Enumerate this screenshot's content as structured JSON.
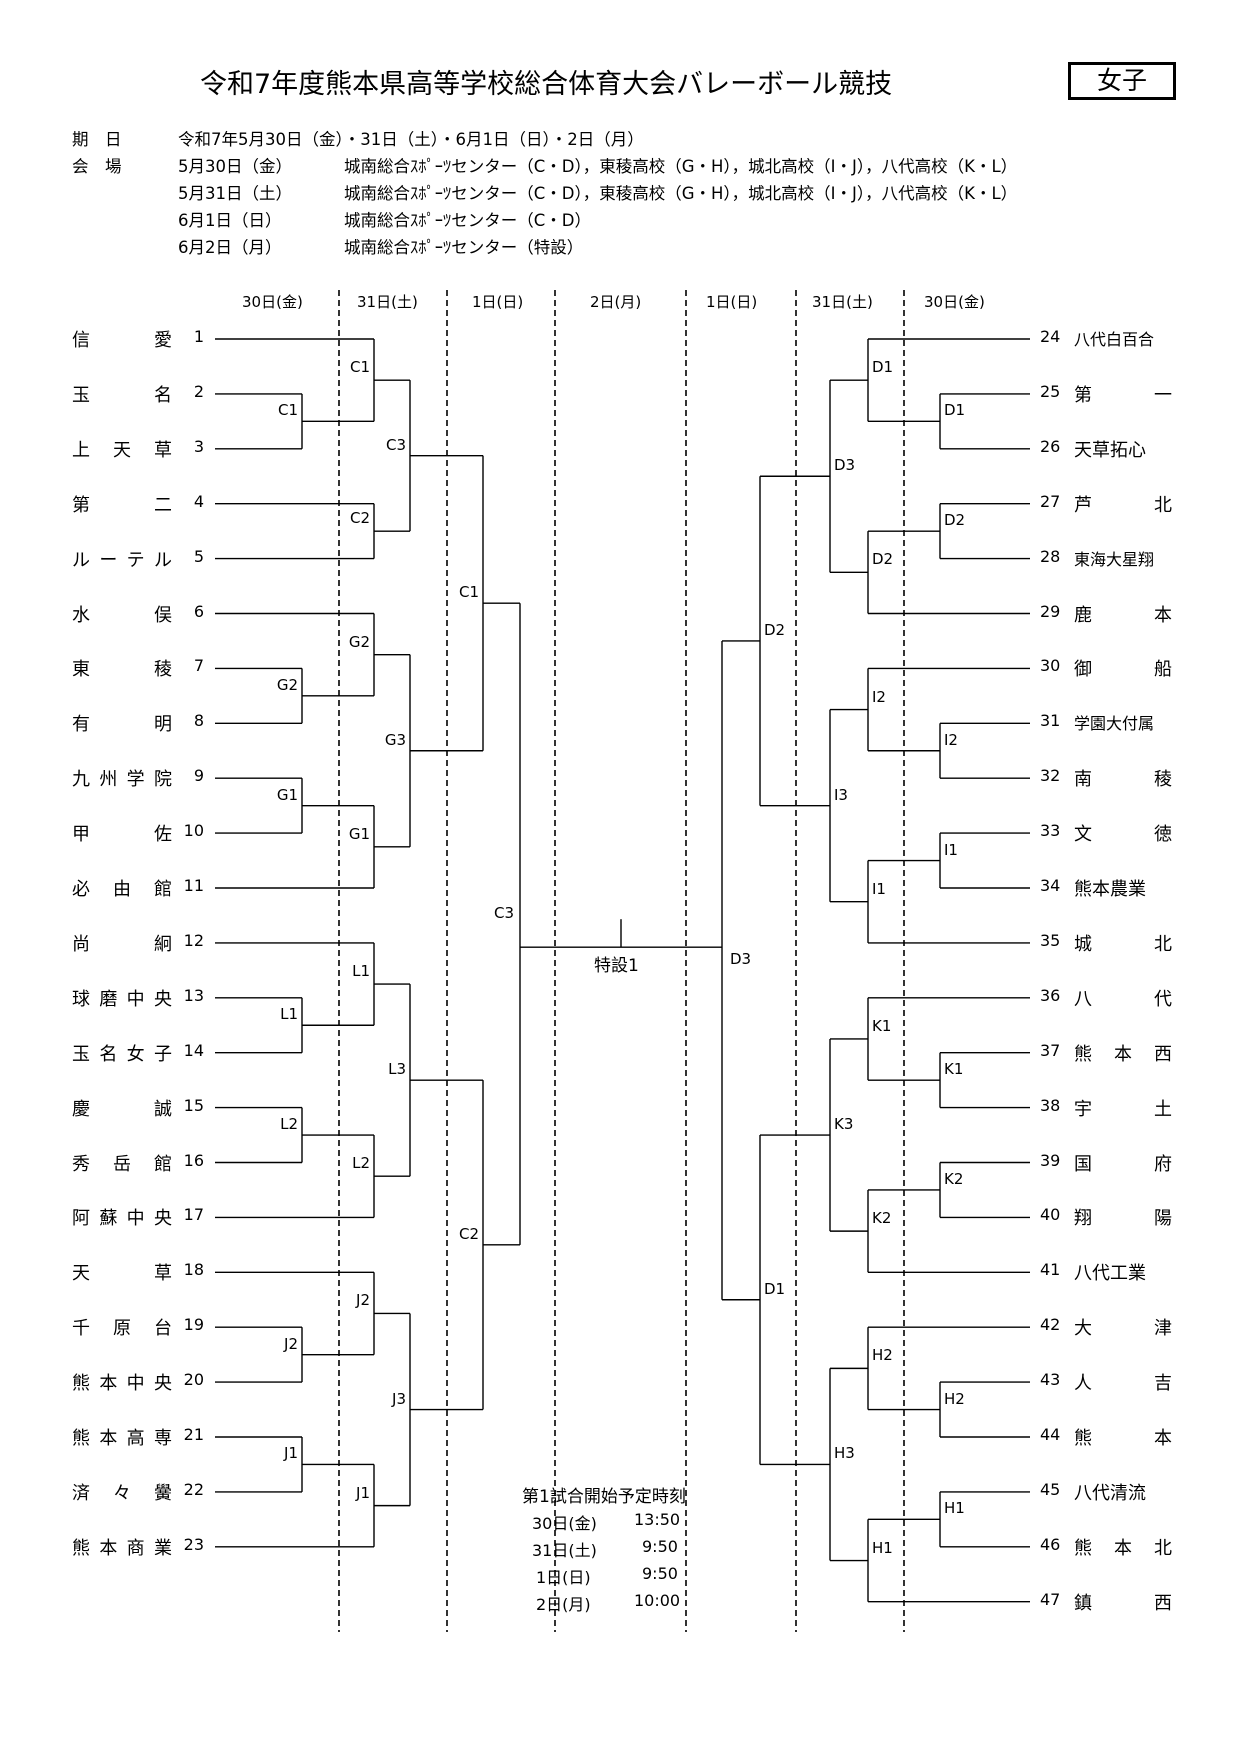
{
  "header": {
    "title": "令和7年度熊本県高等学校総合体育大会バレーボール競技",
    "gender": "女子"
  },
  "info": {
    "date_label": "期　日",
    "date_value": "令和7年5月30日（金）・31日（土）・6月1日（日）・2日（月）",
    "venue_label": "会　場",
    "venues": [
      {
        "day": "5月30日（金）",
        "place": "城南総合ｽﾎﾟｰﾂセンター（C・D），東稜高校（G・H），城北高校（I・J），八代高校（K・L）"
      },
      {
        "day": "5月31日（土）",
        "place": "城南総合ｽﾎﾟｰﾂセンター（C・D），東稜高校（G・H），城北高校（I・J），八代高校（K・L）"
      },
      {
        "day": "6月1日（日）",
        "place": "城南総合ｽﾎﾟｰﾂセンター（C・D）"
      },
      {
        "day": "6月2日（月）",
        "place": "城南総合ｽﾎﾟｰﾂセンター（特設）"
      }
    ]
  },
  "day_labels": [
    "30日(金)",
    "31日(土)",
    "1日(日)",
    "2日(月)",
    "1日(日)",
    "31日(土)",
    "30日(金)"
  ],
  "teams_left": [
    {
      "num": "1",
      "name": "信　　愛"
    },
    {
      "num": "2",
      "name": "玉　　名"
    },
    {
      "num": "3",
      "name": "上 天 草"
    },
    {
      "num": "4",
      "name": "第　　二"
    },
    {
      "num": "5",
      "name": "ルーテル"
    },
    {
      "num": "6",
      "name": "水　　俣"
    },
    {
      "num": "7",
      "name": "東　　稜"
    },
    {
      "num": "8",
      "name": "有　　明"
    },
    {
      "num": "9",
      "name": "九州学院"
    },
    {
      "num": "10",
      "name": "甲　　佐"
    },
    {
      "num": "11",
      "name": "必 由 館"
    },
    {
      "num": "12",
      "name": "尚　　絅"
    },
    {
      "num": "13",
      "name": "球磨中央"
    },
    {
      "num": "14",
      "name": "玉名女子"
    },
    {
      "num": "15",
      "name": "慶　　誠"
    },
    {
      "num": "16",
      "name": "秀 岳 館"
    },
    {
      "num": "17",
      "name": "阿蘇中央"
    },
    {
      "num": "18",
      "name": "天　　草"
    },
    {
      "num": "19",
      "name": "千 原 台"
    },
    {
      "num": "20",
      "name": "熊本中央"
    },
    {
      "num": "21",
      "name": "熊本高専"
    },
    {
      "num": "22",
      "name": "済 々 黌"
    },
    {
      "num": "23",
      "name": "熊本商業"
    }
  ],
  "teams_right": [
    {
      "num": "24",
      "name": "八代白百合"
    },
    {
      "num": "25",
      "name": "第　　一"
    },
    {
      "num": "26",
      "name": "天草拓心"
    },
    {
      "num": "27",
      "name": "芦　　北"
    },
    {
      "num": "28",
      "name": "東海大星翔"
    },
    {
      "num": "29",
      "name": "鹿　　本"
    },
    {
      "num": "30",
      "name": "御　　船"
    },
    {
      "num": "31",
      "name": "学園大付属"
    },
    {
      "num": "32",
      "name": "南　　稜"
    },
    {
      "num": "33",
      "name": "文　　徳"
    },
    {
      "num": "34",
      "name": "熊本農業"
    },
    {
      "num": "35",
      "name": "城　　北"
    },
    {
      "num": "36",
      "name": "八　　代"
    },
    {
      "num": "37",
      "name": "熊 本 西"
    },
    {
      "num": "38",
      "name": "宇　　土"
    },
    {
      "num": "39",
      "name": "国　　府"
    },
    {
      "num": "40",
      "name": "翔　　陽"
    },
    {
      "num": "41",
      "name": "八代工業"
    },
    {
      "num": "42",
      "name": "大　　津"
    },
    {
      "num": "43",
      "name": "人　　吉"
    },
    {
      "num": "44",
      "name": "熊　　本"
    },
    {
      "num": "45",
      "name": "八代清流"
    },
    {
      "num": "46",
      "name": "熊 本 北"
    },
    {
      "num": "47",
      "name": "鎮　　西"
    }
  ],
  "matches_left": {
    "r1": [
      "C1",
      "G2",
      "G1",
      "L1",
      "L2",
      "J2",
      "J1"
    ],
    "r2": [
      "C1",
      "C2",
      "G2",
      "G1",
      "L1",
      "L2",
      "J2",
      "J1"
    ],
    "r3": [
      "C3",
      "G3",
      "L3",
      "J3"
    ],
    "r4": [
      "C1",
      "C2"
    ],
    "r5": "C3"
  },
  "matches_right": {
    "r1": [
      "D1",
      "D2",
      "I2",
      "I1",
      "K1",
      "K2",
      "H2",
      "H1"
    ],
    "r2": [
      "D1",
      "D2",
      "I2",
      "I1",
      "K1",
      "K2",
      "H2",
      "H1"
    ],
    "r3": [
      "D3",
      "I3",
      "K3",
      "H3"
    ],
    "r4": [
      "D2",
      "D1"
    ],
    "r5": "D3"
  },
  "final_label": "特設1",
  "schedule": {
    "title": "第1試合開始予定時刻",
    "rows": [
      {
        "day": "30日(金)",
        "time": "13:50"
      },
      {
        "day": "31日(土)",
        "time": "9:50"
      },
      {
        "day": "1日(日)",
        "time": "9:50"
      },
      {
        "day": "2日(月)",
        "time": "10:00"
      }
    ]
  }
}
